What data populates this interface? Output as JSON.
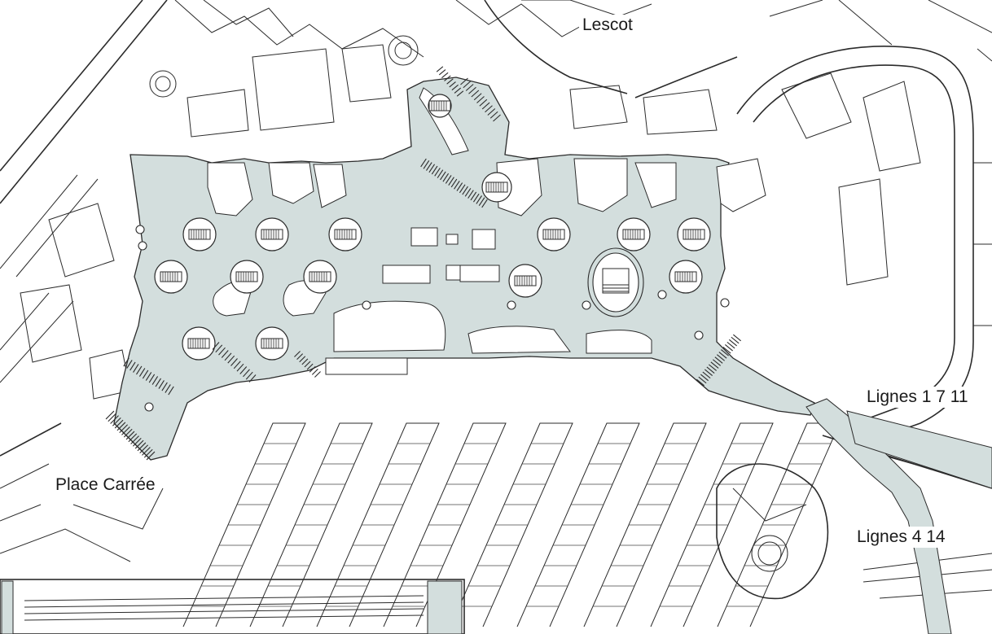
{
  "map": {
    "labels": {
      "lescot": "Lescot",
      "place_carree": "Place Carrée",
      "lignes_1_7_11": "Lignes 1 7 11",
      "lignes_4_14": "Lignes 4 14"
    },
    "colors": {
      "public_area": "#d3dedd",
      "lines": "#2b2b2b",
      "background": "#ffffff"
    }
  }
}
